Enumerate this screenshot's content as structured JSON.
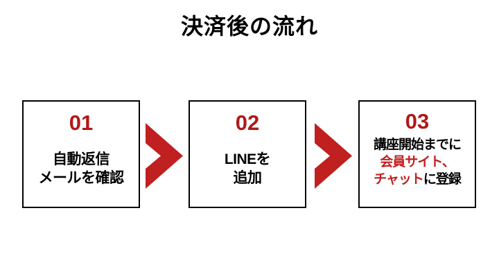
{
  "page": {
    "title": "決済後の流れ",
    "background_color": "#ffffff",
    "accent_red": "#b01818",
    "highlight_red": "#c0201f",
    "text_color": "#000000"
  },
  "flow": {
    "arrows": [
      {
        "name": "arrow-step1-to-step2",
        "glyph": "chevron-right-icon",
        "color": "#c0201f"
      },
      {
        "name": "arrow-step2-to-step3",
        "glyph": "chevron-right-icon",
        "color": "#c0201f"
      }
    ],
    "steps": [
      {
        "number": "01",
        "lines": [
          {
            "segments": [
              {
                "text": "自動返信",
                "color": "black"
              }
            ]
          },
          {
            "segments": [
              {
                "text": "メールを確認",
                "color": "black"
              }
            ]
          }
        ]
      },
      {
        "number": "02",
        "lines": [
          {
            "segments": [
              {
                "text": "LINEを",
                "color": "black"
              }
            ]
          },
          {
            "segments": [
              {
                "text": "追加",
                "color": "black"
              }
            ]
          }
        ]
      },
      {
        "number": "03",
        "lines": [
          {
            "segments": [
              {
                "text": "講座開始までに",
                "color": "black"
              }
            ]
          },
          {
            "segments": [
              {
                "text": "会員サイト、",
                "color": "red"
              }
            ]
          },
          {
            "segments": [
              {
                "text": "チャット",
                "color": "red"
              },
              {
                "text": "に登録",
                "color": "black"
              }
            ]
          }
        ]
      }
    ]
  }
}
